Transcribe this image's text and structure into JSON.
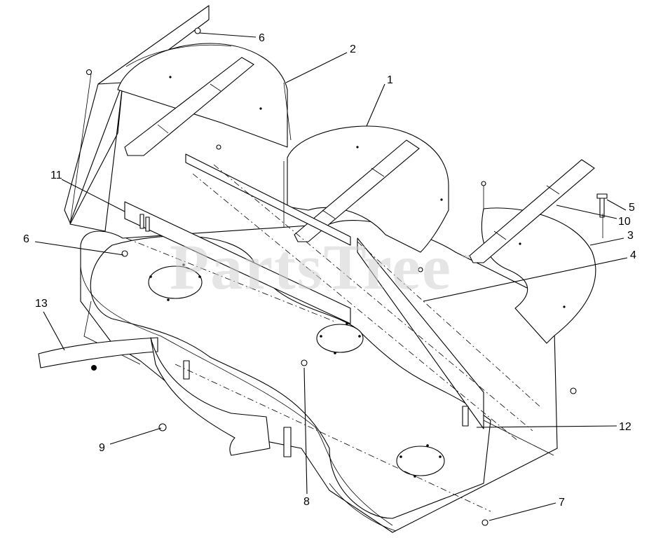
{
  "diagram": {
    "callouts": [
      "1",
      "2",
      "3",
      "4",
      "5",
      "6",
      "6",
      "7",
      "8",
      "9",
      "10",
      "11",
      "12",
      "13"
    ],
    "watermark": "PartsTree",
    "watermark_tm": "™"
  },
  "colors": {
    "line": "#000000",
    "watermark": "#cfcfcf",
    "background": "#ffffff"
  }
}
